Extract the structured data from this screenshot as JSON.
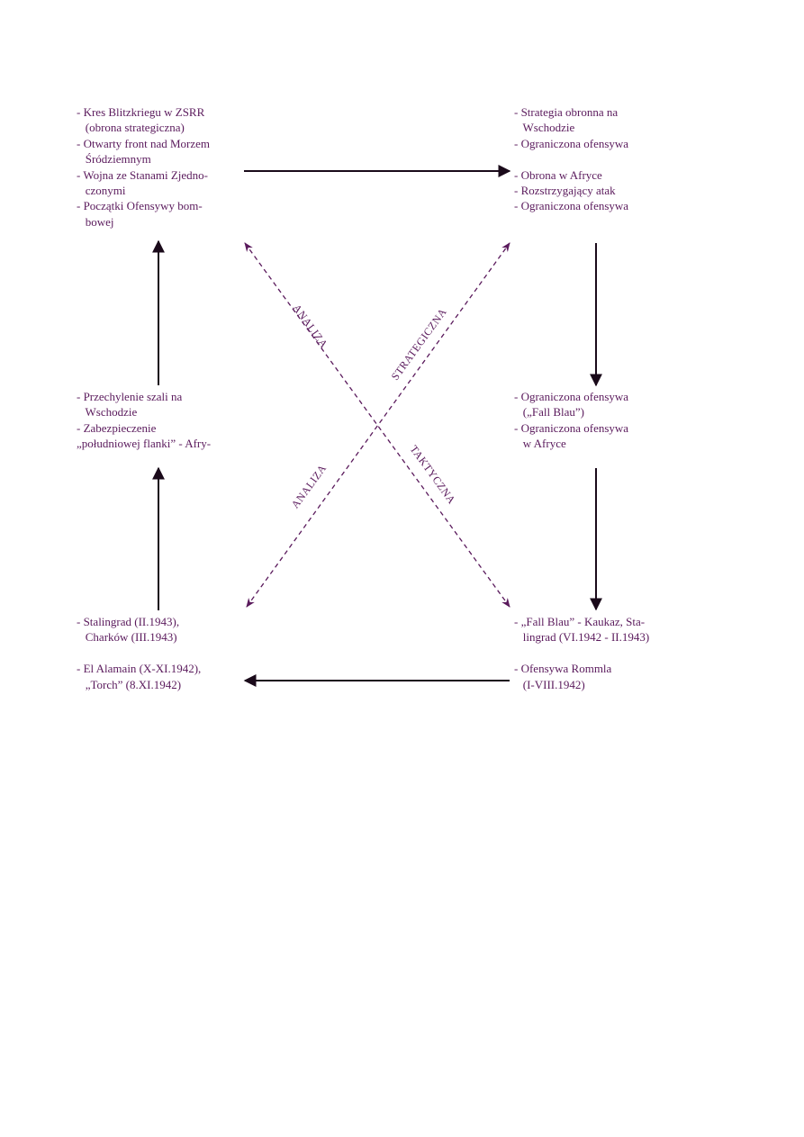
{
  "boxes": {
    "top_left": [
      "- Kres Blitzkriegu w ZSRR",
      "   (obrona strategiczna)",
      "- Otwarty front nad Morzem",
      "   Śródziemnym",
      "- Wojna ze Stanami Zjedno-",
      "   czonymi",
      "- Początki Ofensywy bom-",
      "   bowej"
    ],
    "top_right": [
      "- Strategia obronna na",
      "   Wschodzie",
      "- Ograniczona ofensywa",
      "",
      "- Obrona w Afryce",
      "- Rozstrzygający atak",
      "- Ograniczona ofensywa"
    ],
    "mid_left": [
      "- Przechylenie szali na",
      "   Wschodzie",
      "- Zabezpieczenie",
      "„południowej flanki” - Afry-"
    ],
    "mid_right": [
      "- Ograniczona ofensywa",
      "   („Fall Blau”)",
      "- Ograniczona ofensywa",
      "   w Afryce"
    ],
    "bottom_left": [
      "- Stalingrad (II.1943),",
      "   Charków (III.1943)",
      "",
      "- El Alamain (X-XI.1942),",
      "   „Torch” (8.XI.1942)"
    ],
    "bottom_right": [
      "- „Fall Blau” - Kaukaz, Sta-",
      "   lingrad (VI.1942 - II.1943)",
      "",
      "- Ofensywa Rommla",
      "   (I-VIII.1942)"
    ]
  },
  "diagonal_labels": {
    "upper_left": "ANALIZA",
    "upper_right": "STRATEGICZNA",
    "lower_left": "ANALIZA",
    "lower_right": "TAKTYCZNA"
  },
  "colors": {
    "text": "#5a1a5c",
    "arrow": "#1a0a1a",
    "dashed": "#5a1a5c"
  }
}
